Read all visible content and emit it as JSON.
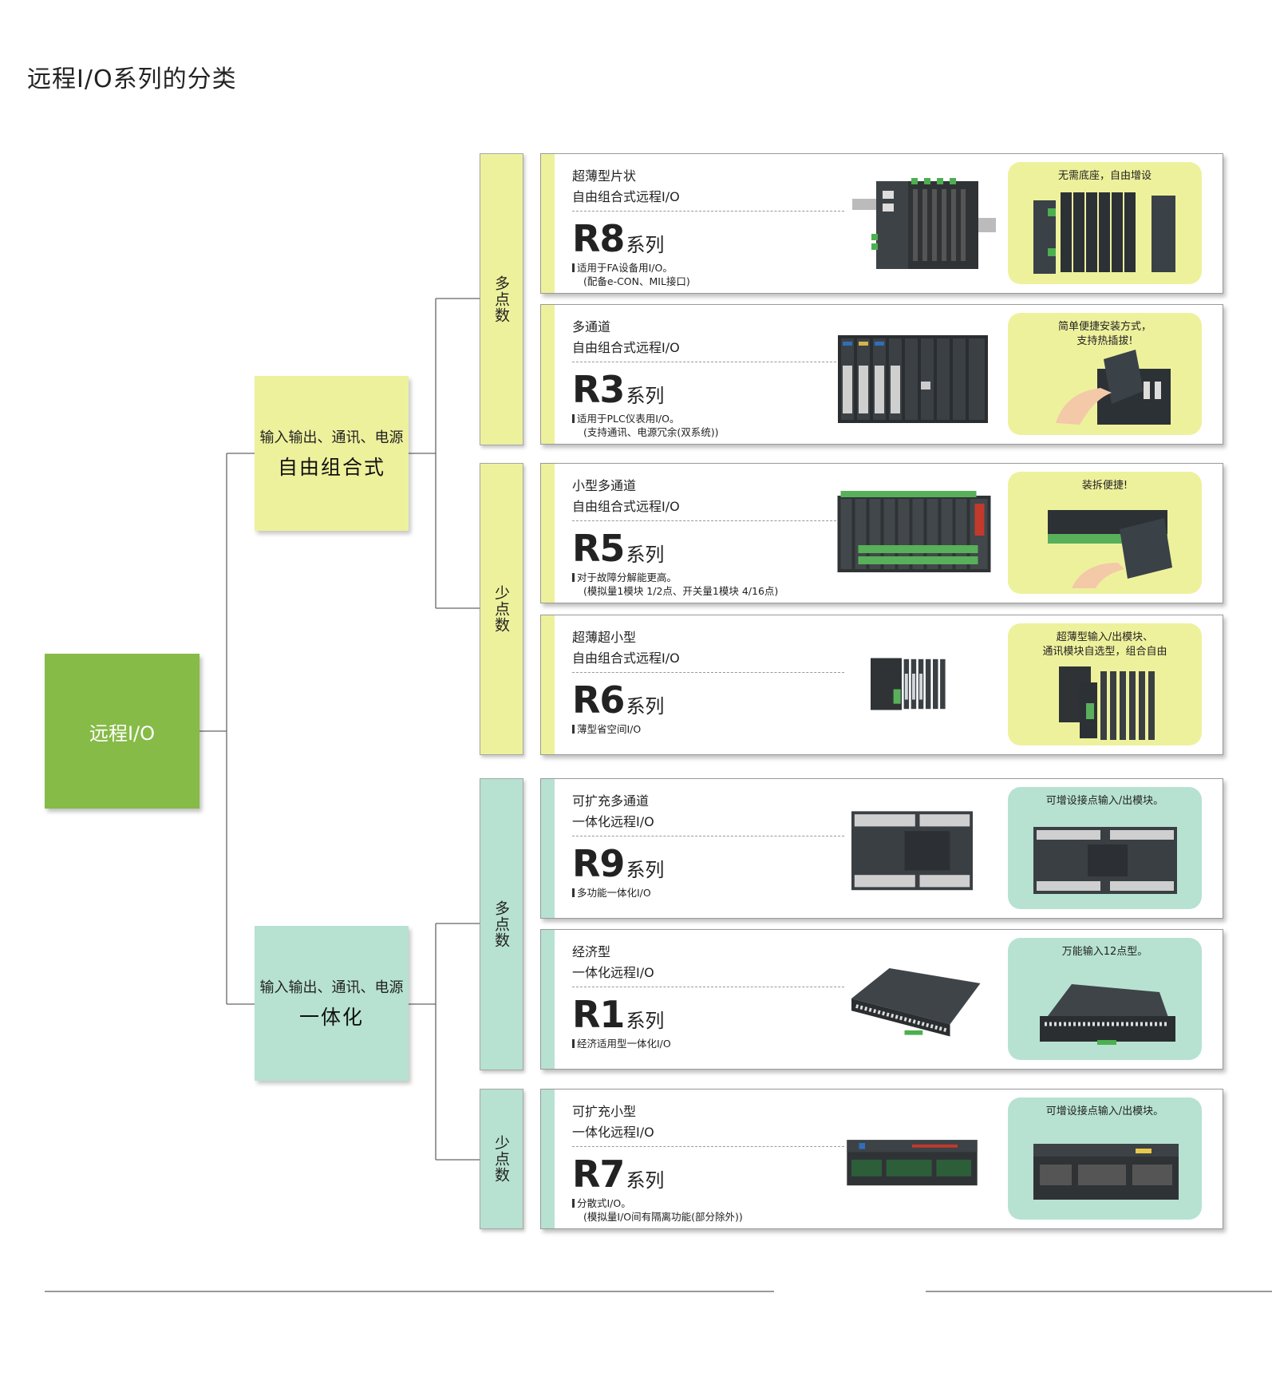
{
  "page_title": "远程I/O系列的分类",
  "root": {
    "label": "远程I/O",
    "color": "#86bb47"
  },
  "branches": [
    {
      "sub": "输入输出、通讯、电源",
      "main": "自由组合式",
      "color": "#eef19c"
    },
    {
      "sub": "输入输出、通讯、电源",
      "main": "一体化",
      "color": "#b7e2d1"
    }
  ],
  "groups": [
    {
      "label": "多点数"
    },
    {
      "label": "少点数"
    },
    {
      "label": "多点数"
    },
    {
      "label": "少点数"
    }
  ],
  "cards": [
    {
      "line1": "超薄型片状",
      "line2": "自由组合式远程I/O",
      "model": "R8",
      "suffix": "系列",
      "desc1": "适用于FA设备用I/O。",
      "desc2": "(配备e-CON、MIL接口)",
      "product_icon": "slim-module-block-icon",
      "feature": "无需底座，自由增设"
    },
    {
      "line1": "多通道",
      "line2": "自由组合式远程I/O",
      "model": "R3",
      "suffix": "系列",
      "desc1": "适用于PLC仪表用I/O。",
      "desc2": "(支持通讯、电源冗余(双系统))",
      "product_icon": "rack-module-icon",
      "feature": "简单便捷安装方式，\n支持热插拔!"
    },
    {
      "line1": "小型多通道",
      "line2": "自由组合式远程I/O",
      "model": "R5",
      "suffix": "系列",
      "desc1": "对于故障分解能更高。",
      "desc2": "(模拟量1模块 1/2点、开关量1模块 4/16点)",
      "product_icon": "compact-multichannel-icon",
      "feature": "装拆便捷!"
    },
    {
      "line1": "超薄超小型",
      "line2": "自由组合式远程I/O",
      "model": "R6",
      "suffix": "系列",
      "desc1": "薄型省空间I/O",
      "desc2": "",
      "product_icon": "ultra-slim-module-icon",
      "feature": "超薄型输入/出模块、\n通讯模块自选型，组合自由"
    },
    {
      "line1": "可扩充多通道",
      "line2": "一体化远程I/O",
      "model": "R9",
      "suffix": "系列",
      "desc1": "多功能一体化I/O",
      "desc2": "",
      "product_icon": "integrated-unit-icon",
      "feature": "可增设接点输入/出模块。"
    },
    {
      "line1": "经济型",
      "line2": "一体化远程I/O",
      "model": "R1",
      "suffix": "系列",
      "desc1": "经济适用型一体化I/O",
      "desc2": "",
      "product_icon": "terminal-block-unit-icon",
      "feature": "万能输入12点型。"
    },
    {
      "line1": "可扩充小型",
      "line2": "一体化远程I/O",
      "model": "R7",
      "suffix": "系列",
      "desc1": "分散式I/O。",
      "desc2": "(模拟量I/O间有隔离功能(部分除外))",
      "product_icon": "distributed-unit-icon",
      "feature": "可增设接点输入/出模块。"
    }
  ]
}
